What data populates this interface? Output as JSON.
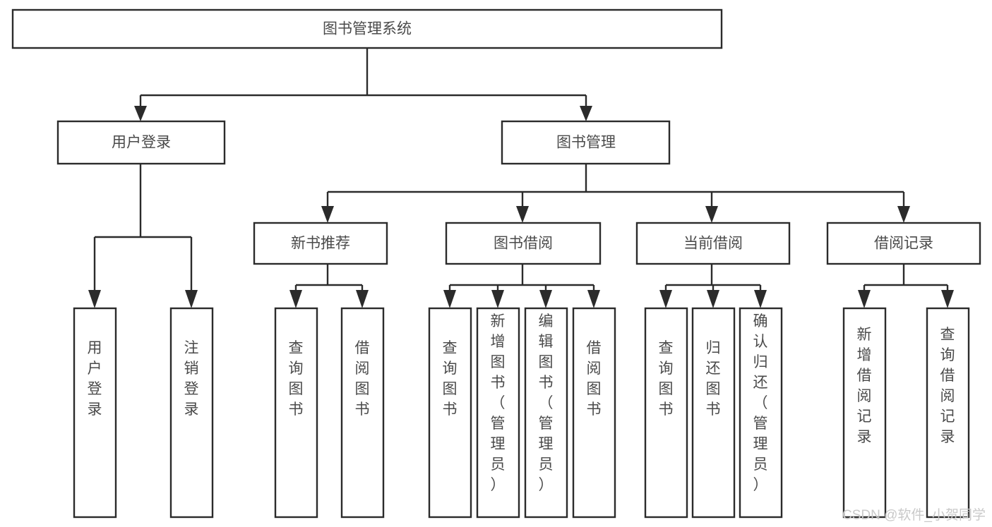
{
  "diagram": {
    "type": "tree-hierarchy-chart",
    "title": "图书管理系统",
    "orientation": "top-down",
    "box_fill": "#ffffff",
    "box_stroke": "#2b2b2b",
    "label_color": "#4a4a4a",
    "background": "#ffffff"
  },
  "root": {
    "label": "图书管理系统"
  },
  "level1": [
    {
      "label": "用户登录"
    },
    {
      "label": "图书管理"
    }
  ],
  "level2": [
    {
      "label": "新书推荐"
    },
    {
      "label": "图书借阅"
    },
    {
      "label": "当前借阅"
    },
    {
      "label": "借阅记录"
    }
  ],
  "leaves": {
    "user_login": [
      {
        "label": "用户登录"
      },
      {
        "label": "注销登录"
      }
    ],
    "new_book_recommend": [
      {
        "label": "查询图书"
      },
      {
        "label": "借阅图书"
      }
    ],
    "book_borrow": [
      {
        "label": "查询图书"
      },
      {
        "label": "新增图书（管理员）"
      },
      {
        "label": "编辑图书（管理员）"
      },
      {
        "label": "借阅图书"
      }
    ],
    "current_borrow": [
      {
        "label": "查询图书"
      },
      {
        "label": "归还图书"
      },
      {
        "label": "确认归还（管理员）"
      }
    ],
    "borrow_record": [
      {
        "label": "新增借阅记录"
      },
      {
        "label": "查询借阅记录"
      }
    ]
  },
  "watermark": {
    "label": "CSDN @软件_小贺同学"
  }
}
